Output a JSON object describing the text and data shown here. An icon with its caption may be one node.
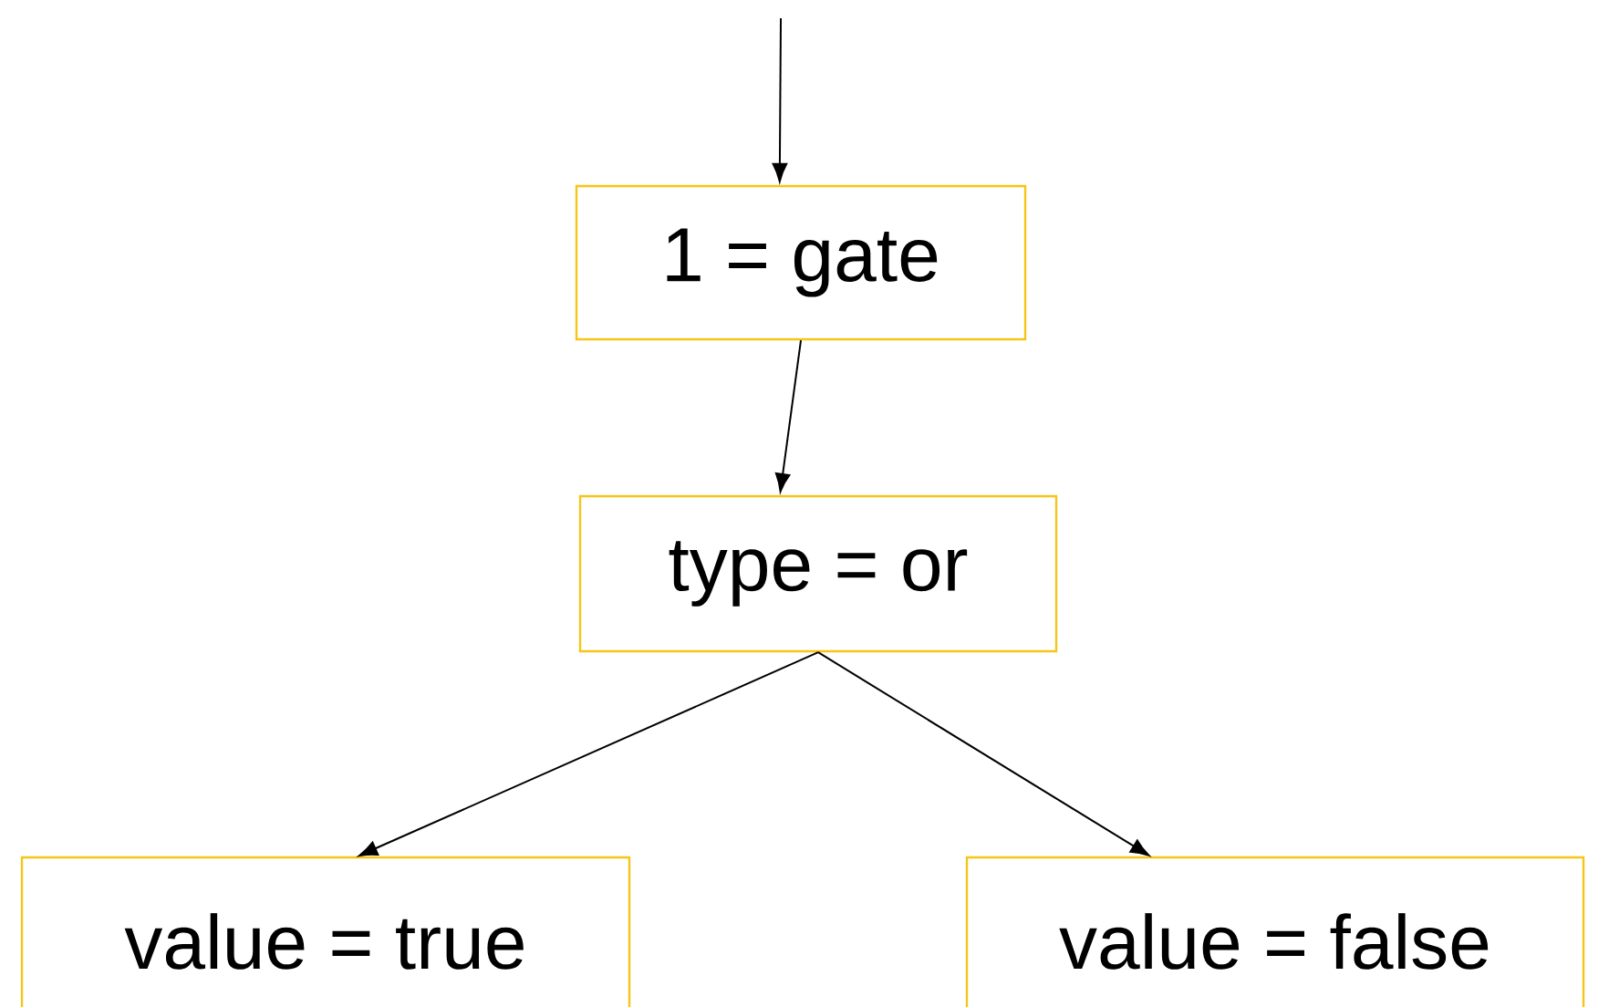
{
  "diagram": {
    "nodes": [
      {
        "text": [
          "1 = gate"
        ]
      },
      {
        "text": [
          "type = or"
        ]
      },
      {
        "text": [
          "value = true"
        ]
      },
      {
        "text": [
          "value = false"
        ]
      }
    ],
    "edges": [
      {
        "from": null,
        "to": 0,
        "arrow": "to"
      },
      {
        "from": 0,
        "to": 1,
        "arrow": "to"
      },
      {
        "from": 1,
        "to": 2,
        "arrow": "to"
      },
      {
        "from": 1,
        "to": 3,
        "arrow": "to"
      }
    ]
  }
}
